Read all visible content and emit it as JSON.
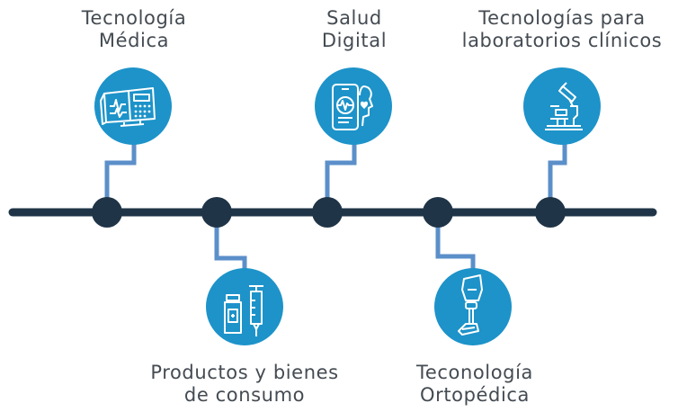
{
  "colors": {
    "timeline": "#1f3447",
    "connector": "#5b8fc9",
    "icon_circle": "#1d93c9",
    "icon_stroke": "#ffffff",
    "label_text": "#444b52"
  },
  "items": [
    {
      "id": "tecnologia-medica",
      "icon": "medical-monitor-icon",
      "position": "above",
      "label_lines": [
        "Tecnología",
        "Médica"
      ]
    },
    {
      "id": "productos-bienes-consumo",
      "icon": "medicine-syringe-icon",
      "position": "below",
      "label_lines": [
        "Productos y bienes",
        "de consumo"
      ]
    },
    {
      "id": "salud-digital",
      "icon": "smartphone-health-icon",
      "position": "above",
      "label_lines": [
        "Salud",
        "Digital"
      ]
    },
    {
      "id": "tecnologia-ortopedica",
      "icon": "prosthetic-leg-icon",
      "position": "below",
      "label_lines": [
        "Teconología",
        "Ortopédica"
      ]
    },
    {
      "id": "tecnologias-laboratorios",
      "icon": "microscope-icon",
      "position": "above",
      "label_lines": [
        "Tecnologías para",
        "laboratorios clínicos"
      ]
    }
  ]
}
